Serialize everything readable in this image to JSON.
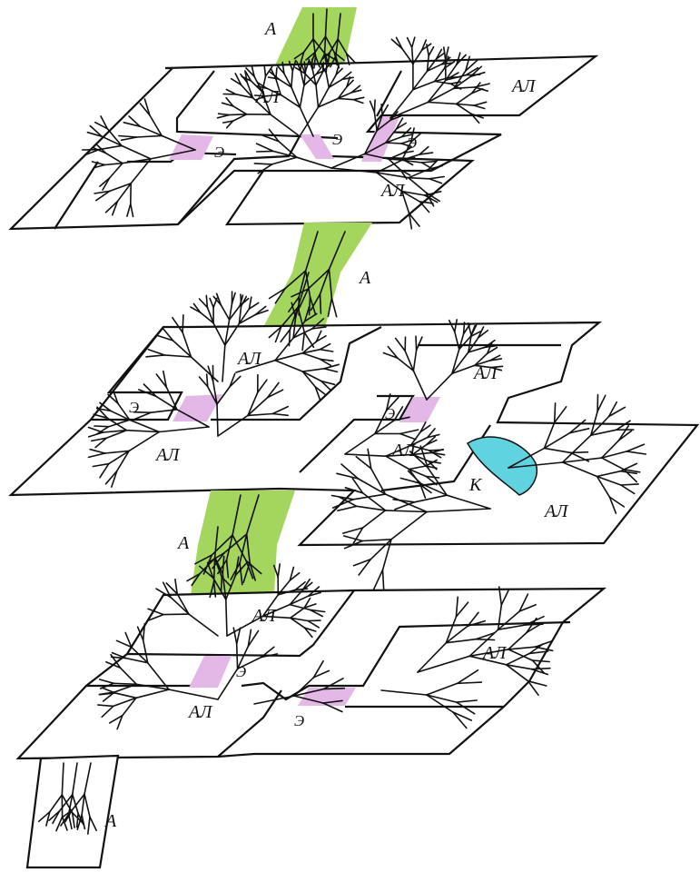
{
  "colors": {
    "artery": "#a4d65e",
    "elastic_connector": "#e4b8e6",
    "k_vessel": "#5fd3e0",
    "lines": "#111111",
    "background": "#ffffff"
  },
  "labels": {
    "a_top": "А",
    "al_l1_left": "АЛ",
    "e_l1_left": "Э",
    "e_l1_mid": "Э",
    "e_l1_right": "Э",
    "al_l1_right": "АЛ",
    "al_l1_lower": "АЛ",
    "a_mid1": "А",
    "al_l2_upper_left": "АЛ",
    "e_l2_left": "Э",
    "al_l2_lower_left": "АЛ",
    "al_l2_upper_right": "АЛ",
    "e_l2_right": "Э",
    "al_l2_mid_right": "АЛ",
    "k_label": "К",
    "al_l2_far_right": "АЛ",
    "a_mid2": "А",
    "al_l3_upper": "АЛ",
    "e_l3_left": "Э",
    "al_l3_lower": "АЛ",
    "al_l3_right": "АЛ",
    "e_l3_right": "Э",
    "a_bottom": "А"
  }
}
